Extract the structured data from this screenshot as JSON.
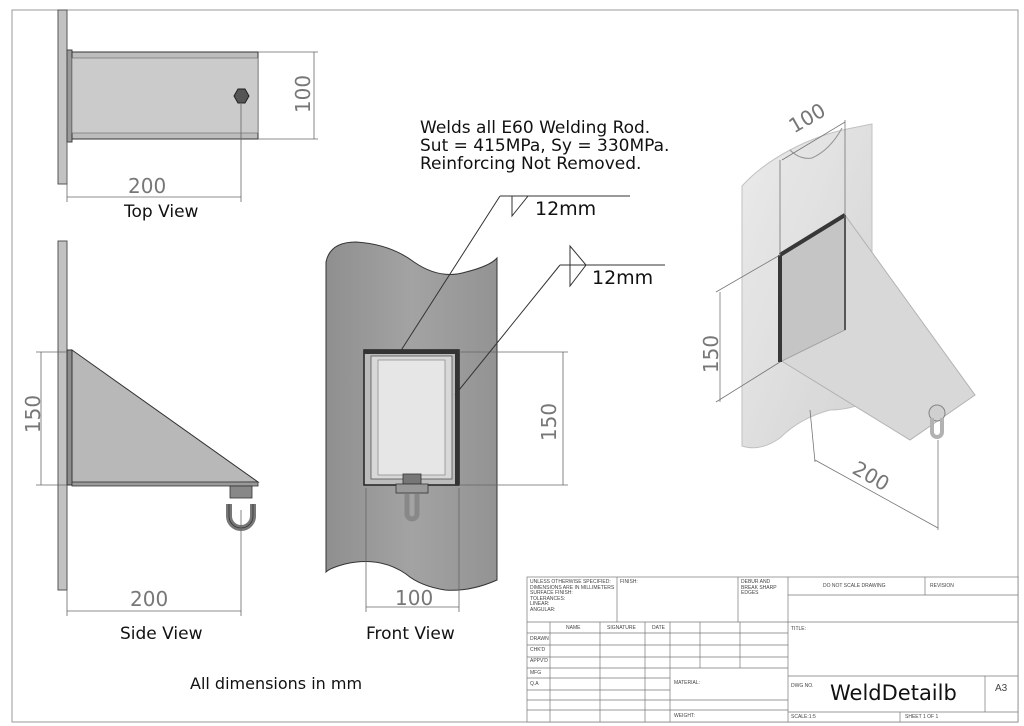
{
  "views": {
    "top": "Top View",
    "side": "Side View",
    "front": "Front View"
  },
  "dims": {
    "top_200": "200",
    "top_100": "100",
    "side_150": "150",
    "side_200": "200",
    "front_150": "150",
    "front_100": "100",
    "iso_100": "100",
    "iso_150": "150",
    "iso_200": "200"
  },
  "notes": {
    "line1": "Welds all E60 Welding Rod.",
    "line2": "Sut = 415MPa, Sy = 330MPa.",
    "line3": "Reinforcing Not Removed.",
    "weld1": "12mm",
    "weld2": "12mm",
    "all_dims": "All dimensions in mm"
  },
  "title_block": {
    "unless": [
      "UNLESS OTHERWISE SPECIFIED:",
      "DIMENSIONS ARE IN MILLIMETERS",
      "SURFACE FINISH:",
      "TOLERANCES:",
      "   LINEAR:",
      "   ANGULAR:"
    ],
    "finish": "FINISH:",
    "deburr": [
      "DEBUR AND",
      "BREAK SHARP",
      "EDGES"
    ],
    "do_not_scale": "DO NOT SCALE DRAWING",
    "revision": "REVISION",
    "col_name": "NAME",
    "col_signature": "SIGNATURE",
    "col_date": "DATE",
    "rows": [
      "DRAWN",
      "CHK'D",
      "APPV'D",
      "MFG",
      "Q.A"
    ],
    "title": "TITLE:",
    "material": "MATERIAL:",
    "dwg_no": "DWG NO.",
    "dwg_name": "WeldDetailb",
    "size": "A3",
    "weight": "WEIGHT:",
    "scale": "SCALE:1:5",
    "sheet": "SHEET 1 OF 1"
  }
}
